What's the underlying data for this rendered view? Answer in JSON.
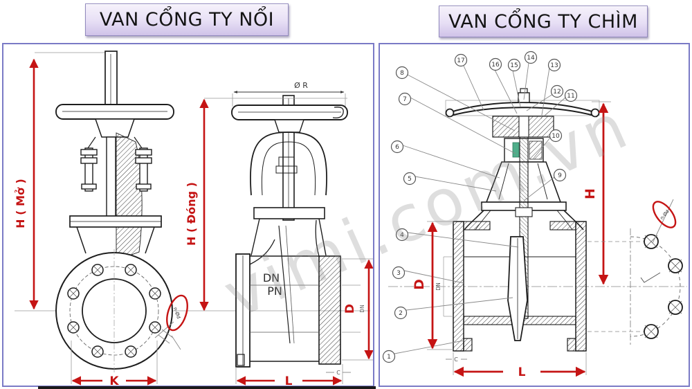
{
  "titles": {
    "left": "VAN CỔNG TY NỔI",
    "right": "VAN CỔNG TY CHÌM"
  },
  "watermark": "vimi.com.vn",
  "colors": {
    "dimension_red": "#c51414",
    "panel_border": "#7a7ac6",
    "title_bg_bottom": "#cfc2e8",
    "highlight_green": "#4fae8a"
  },
  "left_panel": {
    "dim_h_open": "H ( Mở )",
    "dim_h_closed": "H ( Đóng )",
    "dim_handwheel_dia": "Ø R",
    "dim_k": "K",
    "dim_l": "L",
    "dim_d": "D",
    "dim_dn": "DN",
    "dim_c": "C",
    "bolt_note": "n-Ød",
    "body_dn": "DN",
    "body_pn": "PN"
  },
  "right_panel": {
    "dim_h": "H",
    "dim_d": "D",
    "dim_dn": "DN",
    "dim_l": "L",
    "dim_c": "C",
    "bolt_note": "n-Ød",
    "callouts": [
      "1",
      "2",
      "3",
      "4",
      "5",
      "6",
      "7",
      "8",
      "9",
      "10",
      "11",
      "12",
      "13",
      "14",
      "15",
      "16",
      "17"
    ]
  }
}
